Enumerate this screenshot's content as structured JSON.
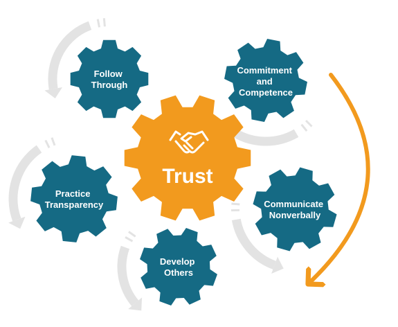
{
  "diagram": {
    "center": {
      "label": "Trust",
      "icon": "handshake-icon"
    },
    "gears": [
      {
        "id": "follow-through",
        "lines": [
          "Follow",
          "Through"
        ]
      },
      {
        "id": "commitment-and-competence",
        "lines": [
          "Commitment",
          "and",
          "Competence"
        ]
      },
      {
        "id": "practice-transparency",
        "lines": [
          "Practice",
          "Transparency"
        ]
      },
      {
        "id": "communicate-nonverbally",
        "lines": [
          "Communicate",
          "Nonverbally"
        ]
      },
      {
        "id": "develop-others",
        "lines": [
          "Develop",
          "Others"
        ]
      }
    ],
    "colors": {
      "center_gear": "#F29A1E",
      "outer_gear": "#156A84",
      "text": "#FFFFFF",
      "rotation_arrows": "#E3E3E3",
      "main_arrow": "#F29A1E"
    }
  }
}
